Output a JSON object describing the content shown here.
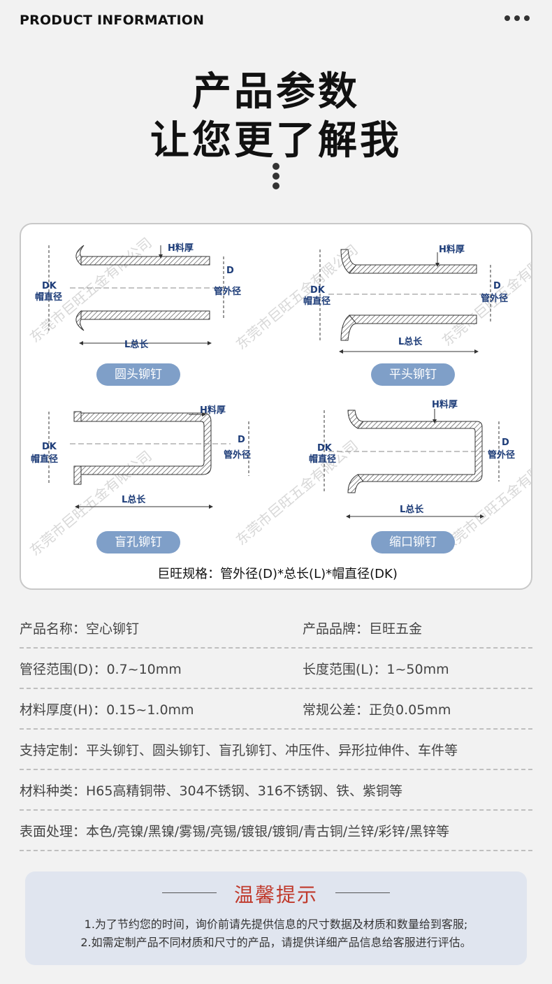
{
  "header": {
    "title": "PRODUCT INFORMATION"
  },
  "hero": {
    "line1": "产品参数",
    "line2": "让您更了解我"
  },
  "diagrams": {
    "labels": {
      "h": "H料厚",
      "d": "D",
      "d_name": "管外径",
      "dk": "DK",
      "dk_name": "帽直径",
      "l": "L总长"
    },
    "watermark": "东莞市巨旺五金有限公司",
    "types": [
      "圆头铆钉",
      "平头铆钉",
      "盲孔铆钉",
      "缩口铆钉"
    ],
    "spec_format": "巨旺规格：管外径(D)*总长(L)*帽直径(DK)"
  },
  "specs": {
    "rows": [
      [
        "产品名称：空心铆钉",
        "产品品牌：巨旺五金"
      ],
      [
        "管径范围(D)：0.7~10mm",
        "长度范围(L)：1~50mm"
      ],
      [
        "材料厚度(H)：0.15~1.0mm",
        "常规公差：正负0.05mm"
      ],
      [
        "支持定制：平头铆钉、圆头铆钉、盲孔铆钉、冲压件、异形拉伸件、车件等"
      ],
      [
        "材料种类：H65高精铜带、304不锈钢、316不锈钢、铁、紫铜等"
      ],
      [
        "表面处理：本色/亮镍/黑镍/雾锡/亮锡/镀银/镀铜/青古铜/兰锌/彩锌/黑锌等"
      ]
    ]
  },
  "tips": {
    "title": "温馨提示",
    "line1": "1.为了节约您的时间，询价前请先提供信息的尺寸数据及材质和数量给到客服;",
    "line2": "2.如需定制产品不同材质和尺寸的产品，请提供详细产品信息给客服进行评估。"
  }
}
